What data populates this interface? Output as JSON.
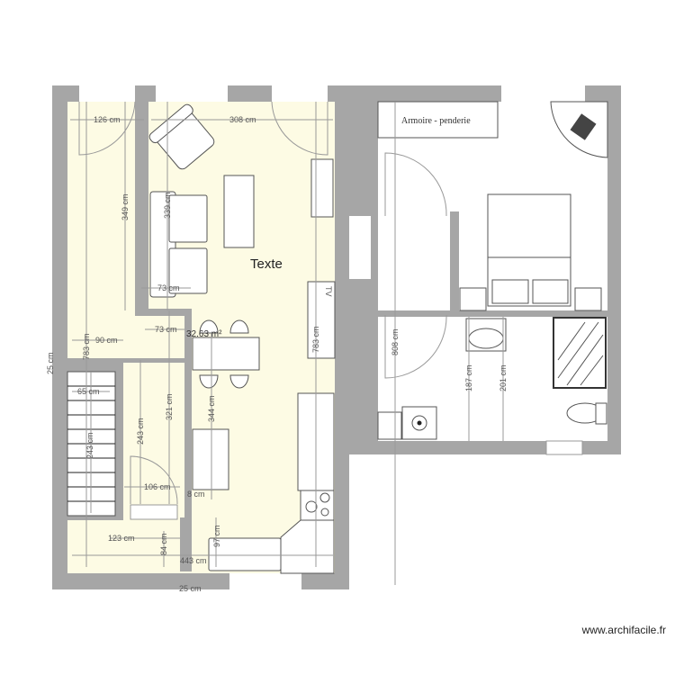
{
  "plan": {
    "room_label": "Texte",
    "area": "32.63 m²",
    "wardrobe_label": "Armoire - penderie",
    "tv_label": "TV",
    "watermark": "www.archifacile.fr",
    "dimensions": {
      "d126": "126 cm",
      "d308": "308 cm",
      "d349": "349 cm",
      "d339": "339 cm",
      "d73a": "73 cm",
      "d73b": "73 cm",
      "d90": "90 cm",
      "d783a": "783 cm",
      "d783b": "783 cm",
      "d65": "65 cm",
      "d243a": "243 cm",
      "d243b": "243 cm",
      "d321": "321 cm",
      "d344": "344 cm",
      "d106": "106 cm",
      "d8": "8 cm",
      "d123": "123 cm",
      "d84": "84 cm",
      "d97": "97 cm",
      "d443": "443 cm",
      "d25a": "25 cm",
      "d25b": "25 cm",
      "d808": "808 cm",
      "d187": "187 cm",
      "d201": "201 cm"
    },
    "colors": {
      "wall": "#a6a6a6",
      "floor": "#fdfbe4"
    }
  }
}
